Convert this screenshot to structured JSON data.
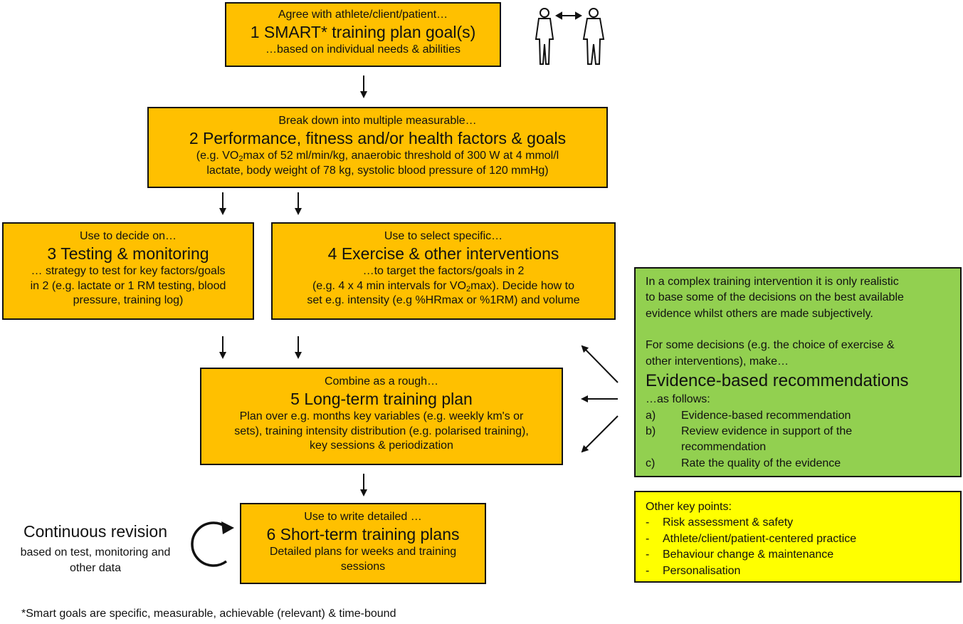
{
  "box1": {
    "top": "Agree with athlete/client/patient…",
    "title": "1 SMART* training plan goal(s)",
    "bottom": "…based on individual  needs & abilities"
  },
  "box2": {
    "top": "Break down  into multiple measurable…",
    "title": "2 Performance, fitness and/or health factors & goals",
    "detail_prefix": "(e.g. VO",
    "detail_sub": "2",
    "detail_suffix": "max of 52 ml/min/kg, anaerobic threshold of 300 W at 4 mmol/l",
    "detail_line2": "lactate, body weight of 78 kg, systolic blood pressure  of 120 mmHg)"
  },
  "box3": {
    "top": "Use to decide on…",
    "title": "3 Testing & monitoring",
    "line1": "… strategy to test for  key factors/goals",
    "line2": "in 2 (e.g. lactate or 1 RM testing, blood",
    "line3": "pressure, training log)"
  },
  "box4": {
    "top": "Use to select specific…",
    "title": "4 Exercise & other interventions",
    "line1": "…to target the factors/goals in 2",
    "line2_prefix": "(e.g. 4 x 4 min intervals for VO",
    "line2_sub": "2",
    "line2_suffix": "max). Decide how to",
    "line3": "set e.g. intensity (e.g %HRmax or %1RM) and volume"
  },
  "box5": {
    "top": "Combine  as a rough…",
    "title": "5 Long-term training plan",
    "line1": "Plan over  e.g. months key variables  (e.g. weekly km's or",
    "line2": "sets), training intensity distribution (e.g. polarised training),",
    "line3": "key sessions & periodization"
  },
  "box6": {
    "top": "Use to write detailed …",
    "title": "6 Short-term training plans",
    "line1": "Detailed plans for weeks and training",
    "line2": "sessions"
  },
  "green": {
    "para1_line1": "In a complex training intervention  it is only realistic",
    "para1_line2": "to base some of the decisions on the best available",
    "para1_line3": "evidence  whilst others are made subjectively.",
    "para2_line1": "For some decisions (e.g. the choice of exercise &",
    "para2_line2": "other interventions),  make…",
    "title": "Evidence-based recommendations",
    "as_follows": "…as follows:",
    "items": [
      {
        "marker": "a)",
        "text": "Evidence-based  recommendation"
      },
      {
        "marker": "b)",
        "text": "Review  evidence  in support of the recommendation"
      },
      {
        "marker": "c)",
        "text": "Rate the quality of the evidence"
      }
    ]
  },
  "yellow": {
    "title": "Other key points:",
    "items": [
      {
        "marker": "-",
        "text": "Risk assessment & safety"
      },
      {
        "marker": "-",
        "text": "Athlete/client/patient-centered  practice"
      },
      {
        "marker": "-",
        "text": "Behaviour  change & maintenance"
      },
      {
        "marker": "-",
        "text": "Personalisation"
      }
    ]
  },
  "continuous": {
    "title": "Continuous revision",
    "line1": "based on test, monitoring and",
    "line2": "other data"
  },
  "footnote": "*Smart goals are specific,  measurable,  achievable  (relevant)  & time-bound",
  "colors": {
    "orange": "#FFC000",
    "green": "#92D050",
    "yellow": "#FFFF00",
    "border": "#111111"
  },
  "icons": {
    "people": "two-people-icon",
    "cycle": "circular-arrow-icon"
  }
}
